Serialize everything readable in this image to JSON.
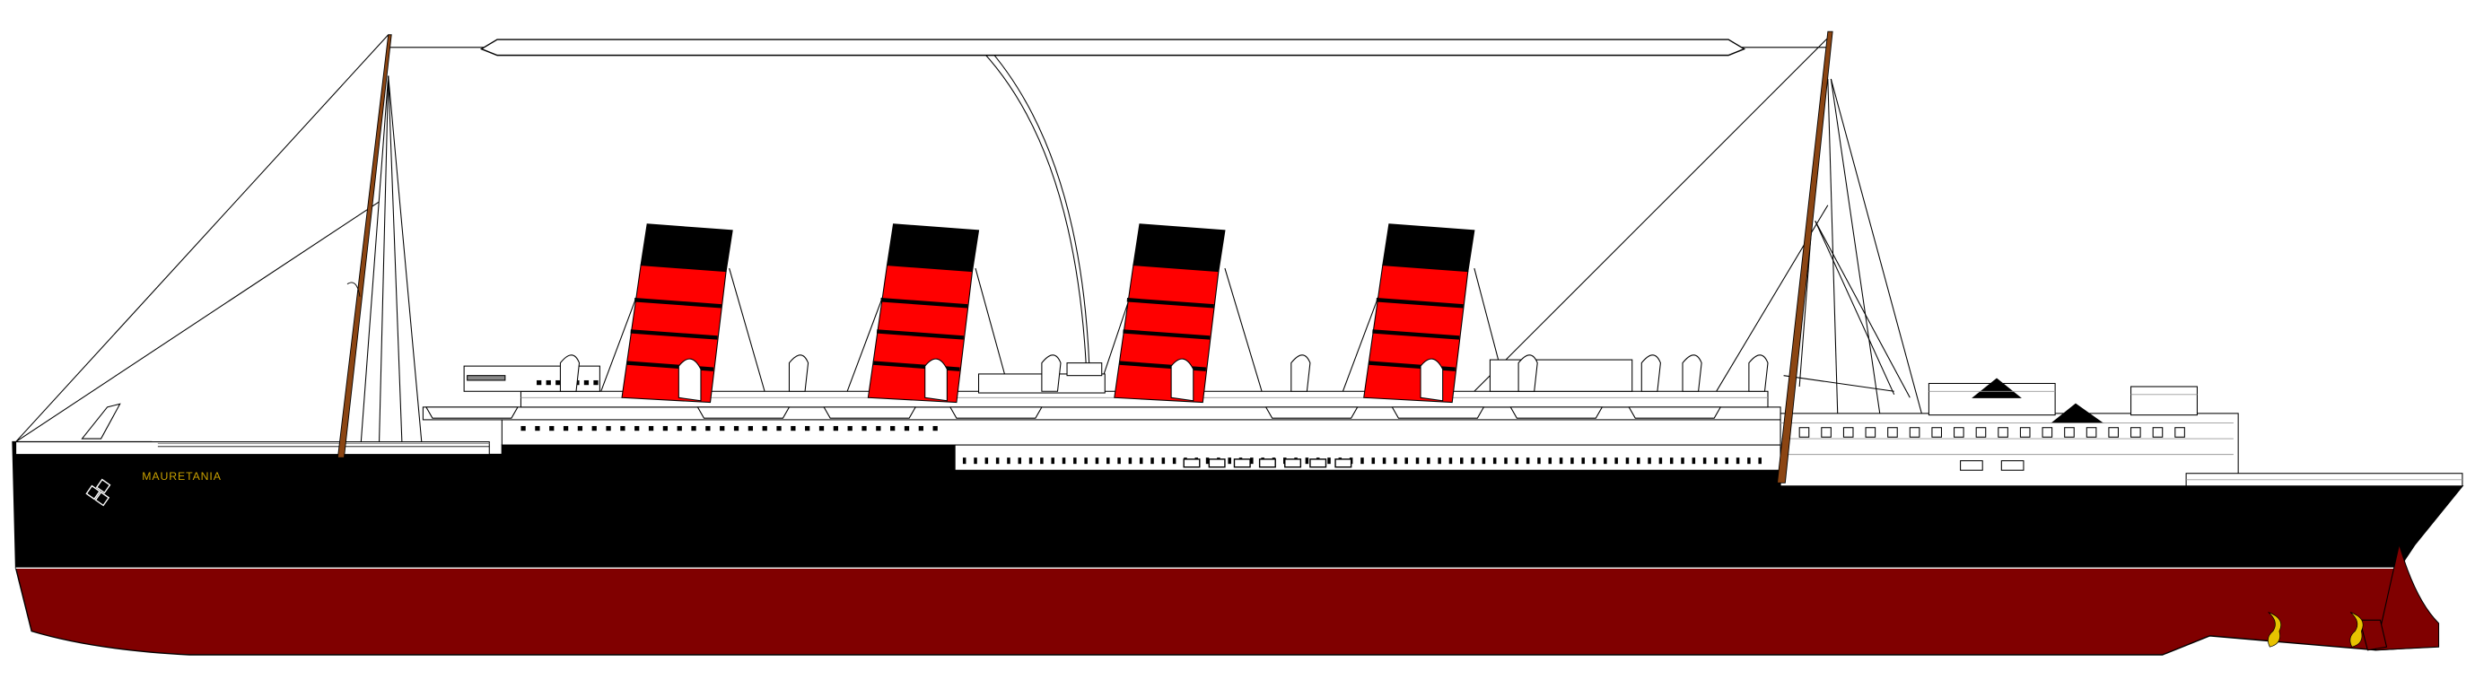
{
  "ship": {
    "name": "MAURETANIA",
    "funnel_count": 4,
    "mast_count": 2
  },
  "colors": {
    "background": "#ffffff",
    "hull_upper": "#000000",
    "hull_lower": "#800000",
    "funnel_body": "#ff0000",
    "funnel_top": "#000000",
    "mast": "#8b4513",
    "superstructure": "#ffffff",
    "propeller": "#e8c200",
    "name_text": "#c8a000",
    "rigging": "#000000"
  },
  "icons": {
    "anchor": "anchor-icon",
    "propeller": "propeller-icon"
  }
}
